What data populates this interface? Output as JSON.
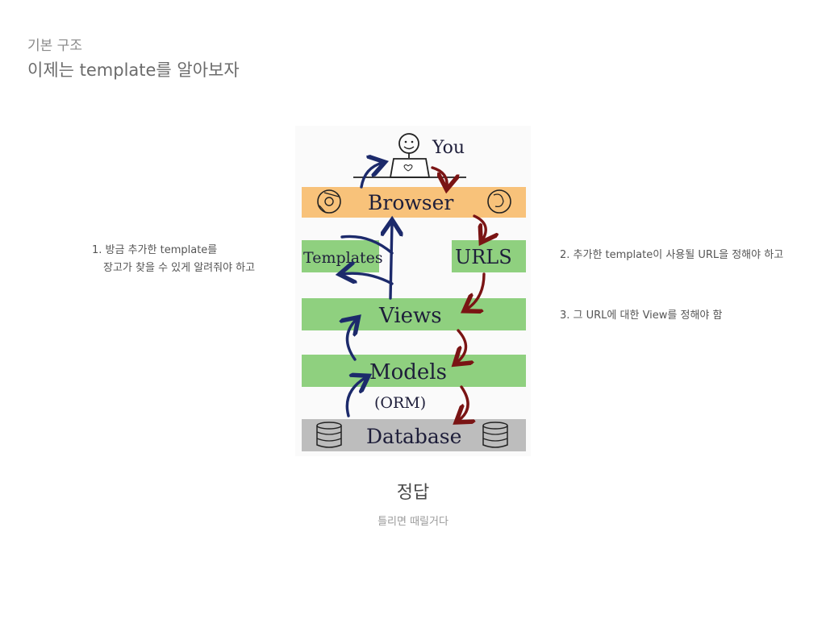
{
  "header": {
    "breadcrumb": "기본 구조",
    "title": "이제는 template를 알아보자"
  },
  "notes": {
    "left_line1": "1. 방금 추가한 template를",
    "left_line2": "장고가 찾을 수 있게 알려줘야 하고",
    "right_2": "2. 추가한 template이 사용될 URL을 정해야 하고",
    "right_3": "3. 그 URL에 대한 View를 정해야 함"
  },
  "diagram": {
    "you": "You",
    "browser": "Browser",
    "templates": "Templates",
    "urls": "URLS",
    "views": "Views",
    "models": "Models",
    "orm": "(ORM)",
    "database": "Database",
    "colors": {
      "browser_band": "#f8c27a",
      "green_band": "#8fd07f",
      "database_band": "#bdbdbd",
      "blue_arrow": "#1c2a6b",
      "red_arrow": "#7a1414"
    }
  },
  "answer": {
    "title": "정답",
    "subtitle": "틀리면 때릴거다"
  }
}
